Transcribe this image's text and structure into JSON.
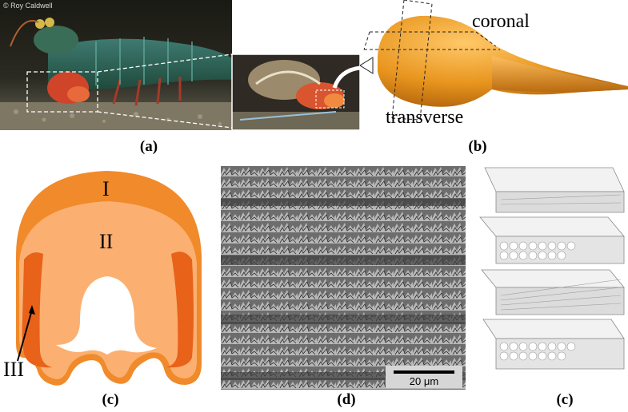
{
  "panel_a": {
    "credit": "© Roy Caldwell",
    "caption": "(a)"
  },
  "panel_b": {
    "label_coronal": "coronal",
    "label_transverse": "transverse",
    "caption": "(b)"
  },
  "panel_c_left": {
    "region_1": "I",
    "region_2": "II",
    "region_3": "III",
    "caption": "(c)"
  },
  "panel_d": {
    "scale_bar": "20 μm",
    "caption": "(d)"
  },
  "panel_c_right": {
    "caption": "(c)"
  },
  "colors": {
    "region_1": "#f08a2a",
    "region_2": "#fbb071",
    "region_3": "#e8621a",
    "club": "#e0901a"
  }
}
